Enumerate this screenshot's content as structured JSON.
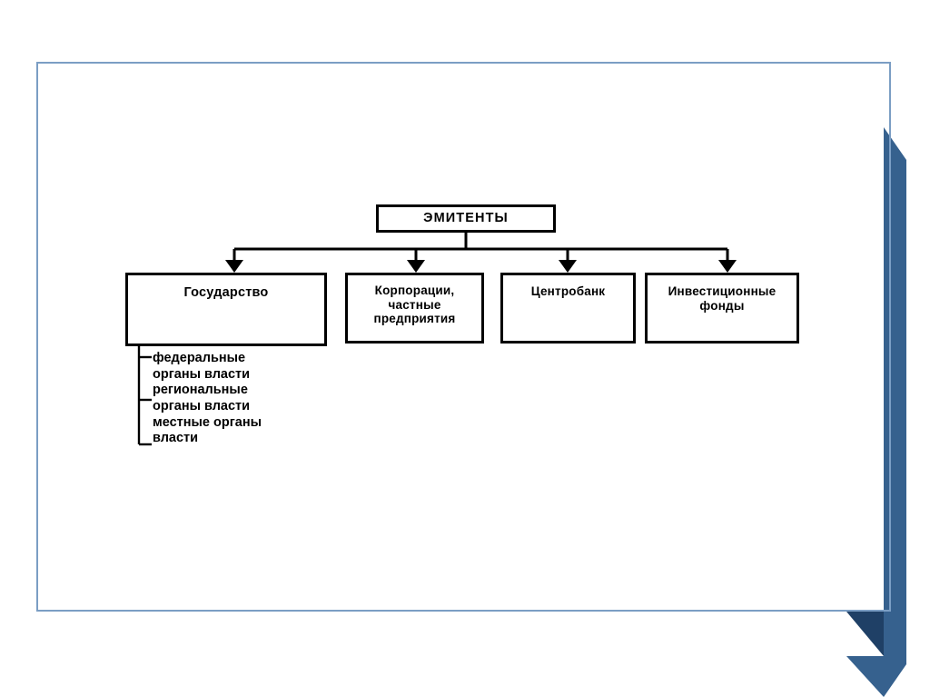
{
  "slide": {
    "title": "ЭМИТЕНТЫ",
    "theme": {
      "ribbon_blue": "#36618e",
      "ribbon_shadow": "#1f4066",
      "frame_border": "#7b9ec4",
      "background": "#ffffff",
      "node_border": "#000000",
      "text": "#000000"
    }
  },
  "chart_data": {
    "type": "diagram",
    "title": "ЭМИТЕНТЫ",
    "orientation": "top-down",
    "root": {
      "id": "emitenty",
      "label": "ЭМИТЕНТЫ"
    },
    "children": [
      {
        "id": "gosudarstvo",
        "label": "Государство"
      },
      {
        "id": "korporacii",
        "label": "Корпорации,\nчастные\nпредприятия"
      },
      {
        "id": "centrobank",
        "label": "Центробанк"
      },
      {
        "id": "investfondy",
        "label": "Инвестиционные\nфонды"
      }
    ],
    "sub_items": {
      "parent": "gosudarstvo",
      "items": [
        "федеральные\nорганы власти",
        "региональные\nорганы власти",
        "местные органы\nвласти"
      ]
    },
    "connector_style": "orthogonal-bus-with-arrowheads"
  },
  "diagram": {
    "root_label": "ЭМИТЕНТЫ",
    "boxes": [
      {
        "label": "Государство"
      },
      {
        "label": "Корпорации,\nчастные\nпредприятия"
      },
      {
        "label": "Центробанк"
      },
      {
        "label": "Инвестиционные\nфонды"
      }
    ],
    "sub_items": [
      "федеральные\nорганы власти",
      "региональные\nорганы власти",
      "местные органы\nвласти"
    ]
  }
}
